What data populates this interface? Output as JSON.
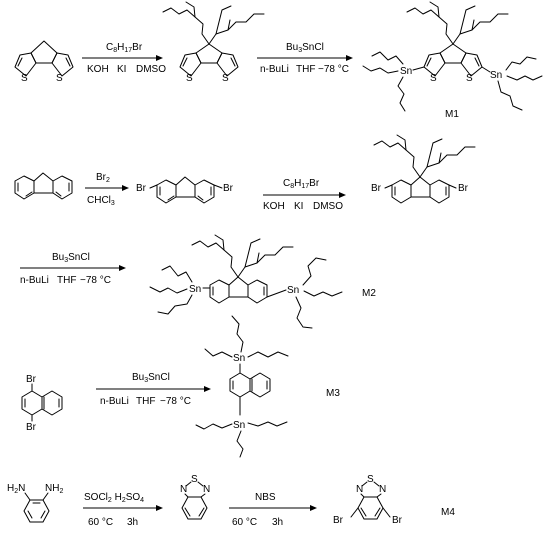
{
  "schemes": [
    {
      "label": "M1",
      "steps": [
        {
          "above": "C8H17Br",
          "below": [
            "KOH",
            "KI",
            "DMSO"
          ]
        },
        {
          "above": "Bu3SnCl",
          "below": [
            "n-BuLi",
            "THF",
            "−78 °C"
          ]
        }
      ]
    },
    {
      "label": "M2",
      "steps": [
        {
          "above": "Br2",
          "below": [
            "CHCl3"
          ]
        },
        {
          "above": "C8H17Br",
          "below": [
            "KOH",
            "KI",
            "DMSO"
          ]
        },
        {
          "above": "Bu3SnCl",
          "below": [
            "n-BuLi",
            "THF",
            "−78 °C"
          ]
        }
      ]
    },
    {
      "label": "M3",
      "steps": [
        {
          "above": "Bu3SnCl",
          "below": [
            "n-BuLi",
            "THF",
            "−78 °C"
          ]
        }
      ]
    },
    {
      "label": "M4",
      "steps": [
        {
          "above": "SOCl2  H2SO4",
          "below": [
            "60 °C",
            "3h"
          ]
        },
        {
          "above": "NBS",
          "below": [
            "60 °C",
            "3h"
          ]
        }
      ]
    }
  ],
  "atom_labels": {
    "sulfur": "S",
    "nitrogen": "N",
    "bromine": "Br",
    "tin": "Sn",
    "amine": "NH2",
    "amine_h": "H2N"
  }
}
